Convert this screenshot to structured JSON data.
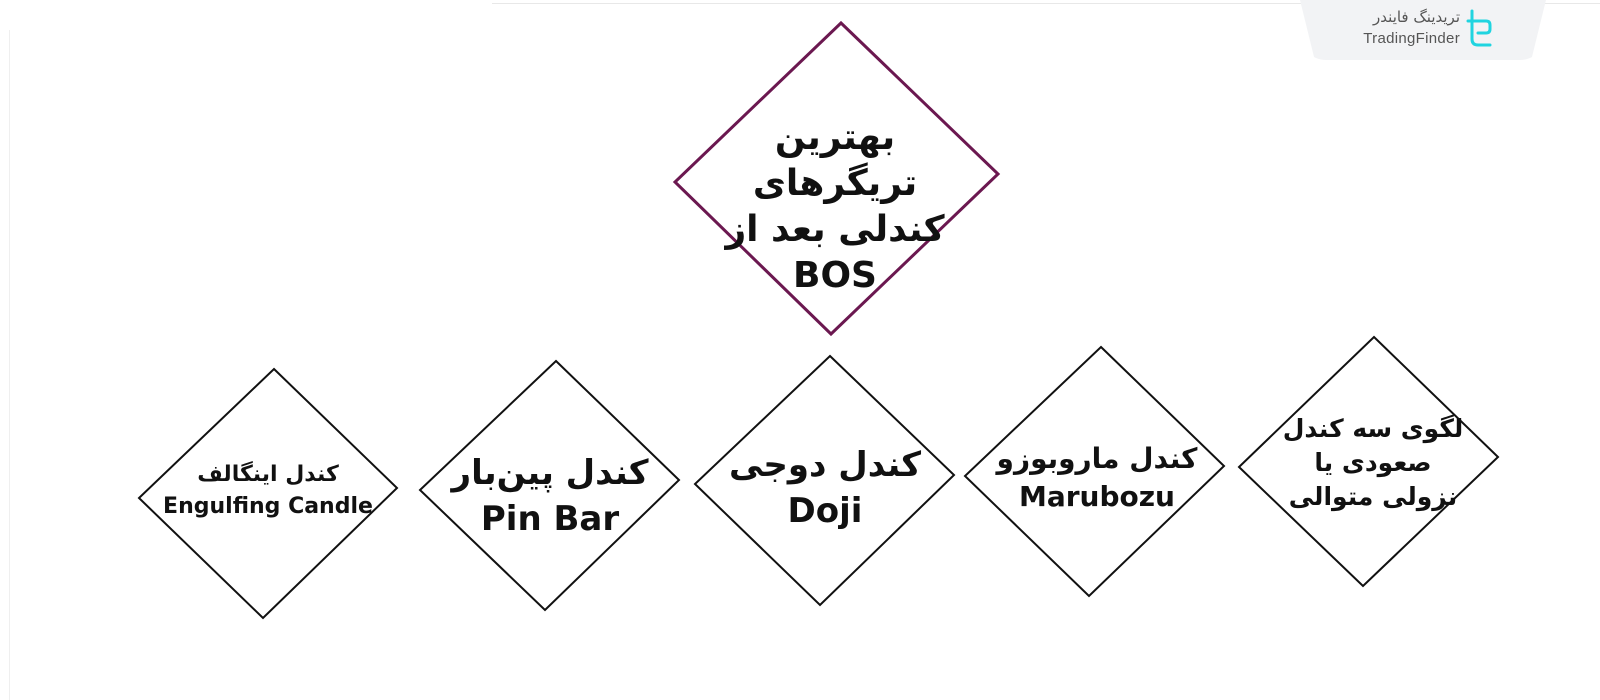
{
  "brand": {
    "name_fa": "تریدینگ فایندر",
    "name_en": "TradingFinder",
    "accent": "#20d4e0"
  },
  "diagram": {
    "border_colors": {
      "root": "#6b1850",
      "child": "#111111"
    },
    "root": {
      "lines": [
        "بهترین تریگرهای",
        "کندلی بعد از",
        "BOS"
      ]
    },
    "children": [
      {
        "lines": [
          "کندل اینگالف",
          "Engulfing Candle"
        ]
      },
      {
        "lines": [
          "کندل پین‌بار",
          "Pin Bar"
        ]
      },
      {
        "lines": [
          "کندل دوجی",
          "Doji"
        ]
      },
      {
        "lines": [
          "کندل ماروبوزو",
          "Marubozu"
        ]
      },
      {
        "lines": [
          "لگوی سه کندل",
          "صعودی یا",
          "نزولی متوالی"
        ]
      }
    ]
  }
}
